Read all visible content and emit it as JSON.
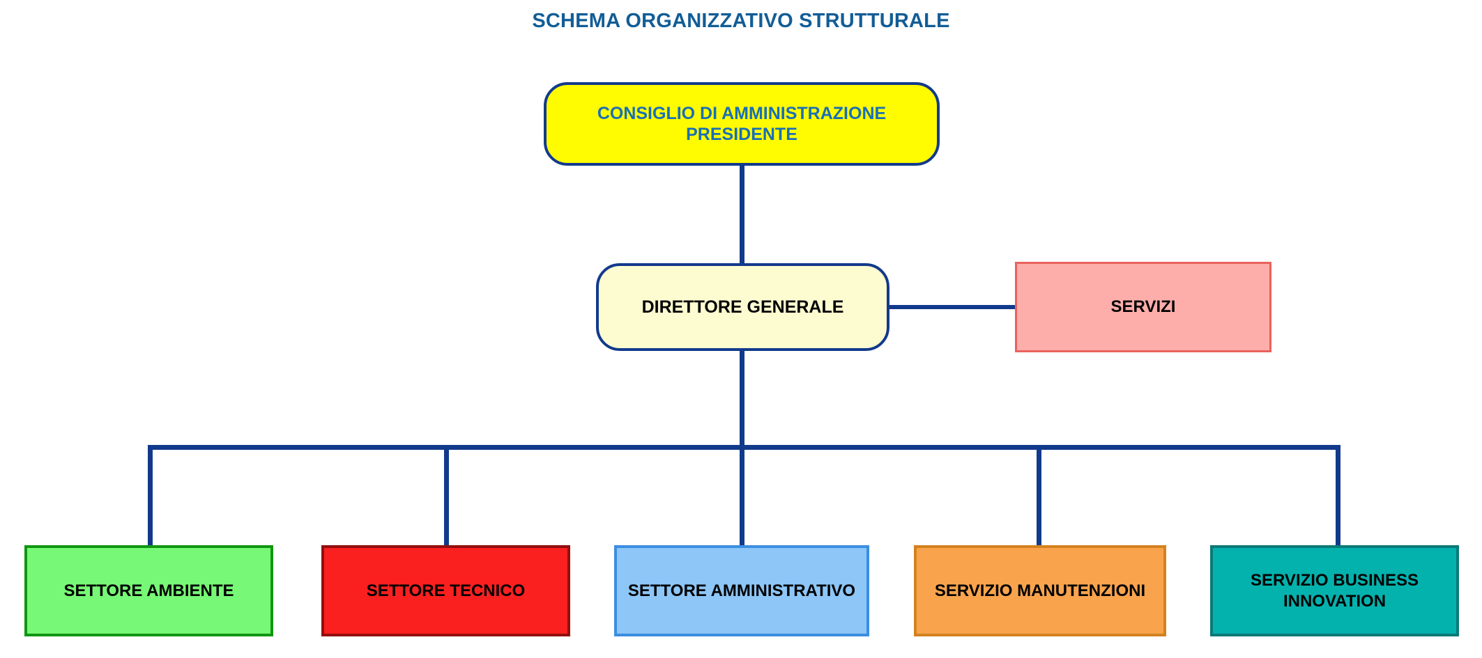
{
  "title": "SCHEMA ORGANIZZATIVO STRUTTURALE",
  "colors": {
    "title_text": "#125d96",
    "connector": "#123a8c",
    "board_fill": "#fffb00",
    "board_text": "#1a6fb5",
    "director_fill": "#fdfbd0",
    "services_fill": "#fdaeab",
    "services_border": "#e8625c",
    "environment_fill": "#77f876",
    "environment_border": "#119611",
    "technical_fill": "#fa2020",
    "technical_border": "#930e0e",
    "administrative_fill": "#8dc6f7",
    "administrative_border": "#3b8fe0",
    "maintenance_fill": "#f9a44d",
    "maintenance_border": "#d4811f",
    "business_fill": "#04b2ad",
    "business_border": "#0b7a78"
  },
  "nodes": {
    "board": "CONSIGLIO DI AMMINISTRAZIONE\nPRESIDENTE",
    "director_general": "DIRETTORE GENERALE",
    "services": "SERVIZI"
  },
  "departments": [
    {
      "id": "ambiente",
      "label": "SETTORE AMBIENTE"
    },
    {
      "id": "tecnico",
      "label": "SETTORE TECNICO"
    },
    {
      "id": "amministrativo",
      "label": "SETTORE AMMINISTRATIVO"
    },
    {
      "id": "manutenzioni",
      "label": "SERVIZIO MANUTENZIONI"
    },
    {
      "id": "business",
      "label": "SERVIZIO BUSINESS\nINNOVATION"
    }
  ]
}
